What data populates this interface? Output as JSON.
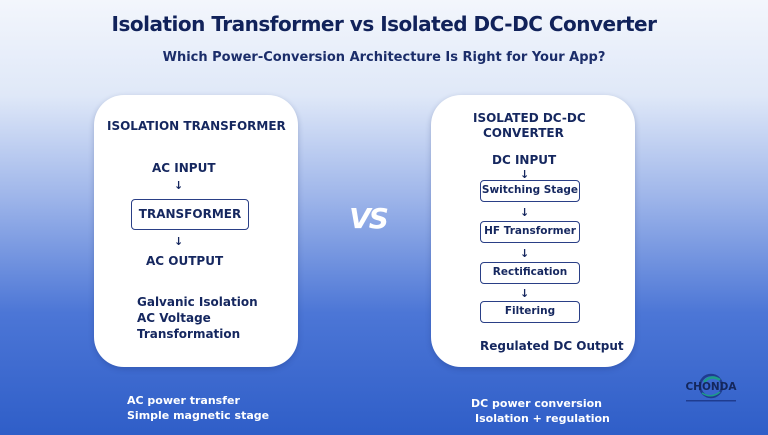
{
  "title": "Isolation Transformer vs Isolated DC-DC Converter",
  "subtitle": "Which Power-Conversion Architecture Is Right for Your App?",
  "left_card": {
    "heading": "ISOLATION TRANSFORMER",
    "input": "AC INPUT",
    "stage": "TRANSFORMER",
    "output": "AC OUTPUT",
    "features": [
      "Galvanic Isolation",
      "AC Voltage",
      "Transformation"
    ]
  },
  "right_card": {
    "heading_line1": "ISOLATED DC-DC",
    "heading_line2": "CONVERTER",
    "input": "DC INPUT",
    "stages": [
      "Switching Stage",
      "HF Transformer",
      "Rectification",
      "Filtering"
    ],
    "output": "Regulated DC Output"
  },
  "vs": "VS",
  "footer_left": [
    "AC power transfer",
    "Simple magnetic stage"
  ],
  "footer_right": [
    "DC power conversion",
    "Isolation + regulation"
  ],
  "logo_text": "CHONDA",
  "colors": {
    "navy": "#15275f",
    "blue": "#2f5ec8",
    "white": "#ffffff"
  }
}
